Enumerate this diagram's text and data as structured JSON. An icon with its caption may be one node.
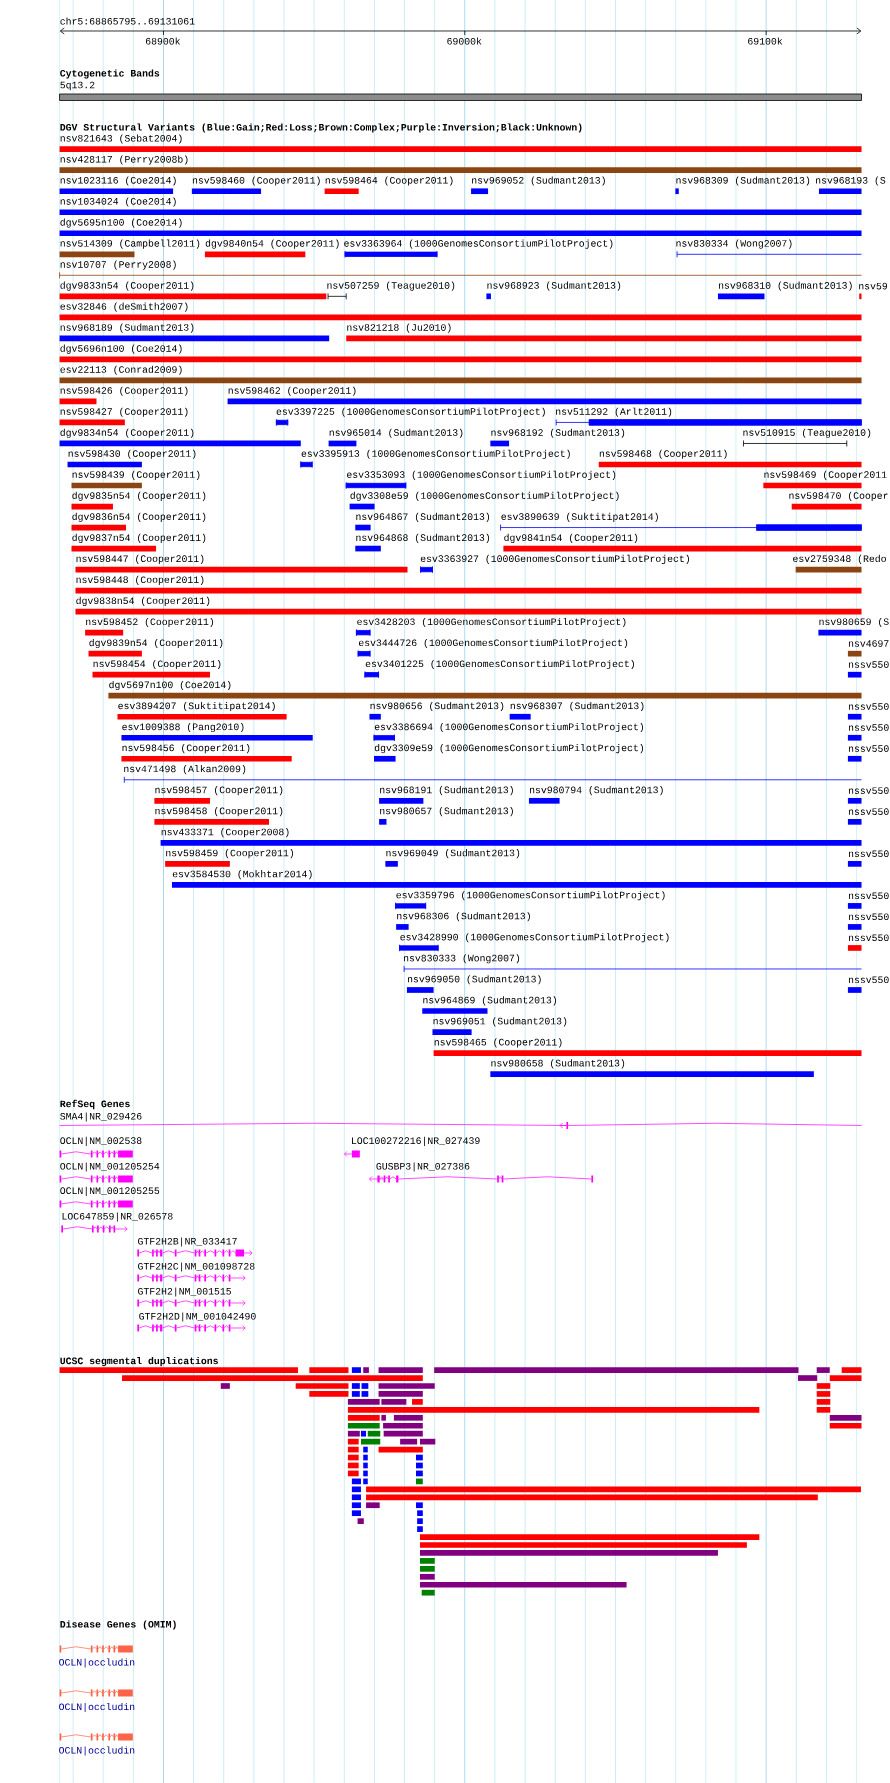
{
  "diagram": {
    "labels": [
      "chr5:68865795..69131061",
      "68900k",
      "69000k",
      "69100k",
      "Cytogenetic Bands",
      "5q13.2",
      "DGV Structural Variants (Blue:Gain;Red:Loss;Brown:Complex;Purple:Inversion;Black:Unknown)",
      "nsv821643 (Sebat2004)",
      "nsv428117 (Perry2008b)",
      "nsv1023116 (Coe2014)",
      "nsv598460 (Cooper2011)",
      "nsv598464 (Cooper2011)",
      "nsv969052 (Sudmant2013)",
      "nsv968309 (Sudmant2013)",
      "nsv968193 (S",
      "nsv1034024 (Coe2014)",
      "dgv5695n100 (Coe2014)",
      "nsv514309 (Campbell2011)",
      "dgv9840n54 (Cooper2011)",
      "esv3363964 (1000GenomesConsortiumPilotProject)",
      "nsv830334 (Wong2007)",
      "nsv10707 (Perry2008)",
      "dgv9833n54 (Cooper2011)",
      "nsv507259 (Teague2010)",
      "nsv968923 (Sudmant2013)",
      "nsv968310 (Sudmant2013)",
      "nsv59",
      "esv32846 (deSmith2007)",
      "nsv968189 (Sudmant2013)",
      "nsv821218 (Ju2010)",
      "dgv5696n100 (Coe2014)",
      "esv22113 (Conrad2009)",
      "nsv598426 (Cooper2011)",
      "nsv598462 (Cooper2011)",
      "nsv598427 (Cooper2011)",
      "esv3397225 (1000GenomesConsortiumPilotProject)",
      "nsv511292 (Arlt2011)",
      "dgv9834n54 (Cooper2011)",
      "nsv965014 (Sudmant2013)",
      "nsv968192 (Sudmant2013)",
      "nsv510915 (Teague2010)",
      "nsv598430 (Cooper2011)",
      "esv3395913 (1000GenomesConsortiumPilotProject)",
      "nsv598468 (Cooper2011)",
      "nsv598439 (Cooper2011)",
      "esv3353093 (1000GenomesConsortiumPilotProject)",
      "nsv598469 (Cooper2011",
      "dgv9835n54 (Cooper2011)",
      "dgv3308e59 (1000GenomesConsortiumPilotProject)",
      "nsv598470 (Cooper",
      "dgv9836n54 (Cooper2011)",
      "nsv964867 (Sudmant2013)",
      "esv3890639 (Suktitipat2014)",
      "dgv9837n54 (Cooper2011)",
      "nsv964868 (Sudmant2013)",
      "dgv9841n54 (Cooper2011)",
      "nsv598447 (Cooper2011)",
      "esv3363927 (1000GenomesConsortiumPilotProject)",
      "esv2759348 (Redo",
      "nsv598448 (Cooper2011)",
      "dgv9838n54 (Cooper2011)",
      "nsv598452 (Cooper2011)",
      "esv3428203 (1000GenomesConsortiumPilotProject)",
      "nsv980659 (S",
      "dgv9839n54 (Cooper2011)",
      "esv3444726 (1000GenomesConsortiumPilotProject)",
      "nsv4697",
      "nsv598454 (Cooper2011)",
      "esv3401225 (1000GenomesConsortiumPilotProject)",
      "nssv550",
      "dgv5697n100 (Coe2014)",
      "esv3894207 (Suktitipat2014)",
      "nsv980656 (Sudmant2013)",
      "nsv968307 (Sudmant2013)",
      "nssv550",
      "esv1009388 (Pang2010)",
      "esv3386694 (1000GenomesConsortiumPilotProject)",
      "nssv550",
      "nsv598456 (Cooper2011)",
      "dgv3309e59 (1000GenomesConsortiumPilotProject)",
      "nssv550",
      "nsv471498 (Alkan2009)",
      "nsv598457 (Cooper2011)",
      "nsv968191 (Sudmant2013)",
      "nsv980794 (Sudmant2013)",
      "nssv550",
      "nsv598458 (Cooper2011)",
      "nsv980657 (Sudmant2013)",
      "nssv550",
      "nsv433371 (Cooper2008)",
      "nsv598459 (Cooper2011)",
      "nsv969049 (Sudmant2013)",
      "nssv550",
      "esv3584530 (Mokhtar2014)",
      "esv3359796 (1000GenomesConsortiumPilotProject)",
      "nssv550",
      "nsv968306 (Sudmant2013)",
      "nssv550",
      "esv3428990 (1000GenomesConsortiumPilotProject)",
      "nssv550",
      "nsv830333 (Wong2007)",
      "nsv969050 (Sudmant2013)",
      "nssv550",
      "nsv964869 (Sudmant2013)",
      "nsv969051 (Sudmant2013)",
      "nsv598465 (Cooper2011)",
      "nsv980658 (Sudmant2013)",
      "RefSeq Genes",
      "SMA4|NR_029426",
      "OCLN|NM_002538",
      "LOC100272216|NR_027439",
      "OCLN|NM_001205254",
      "GUSBP3|NR_027386",
      "OCLN|NM_001205255",
      "LOC647859|NR_026578",
      "GTF2H2B|NR_033417",
      "GTF2H2C|NM_001098728",
      "GTF2H2|NM_001515",
      "GTF2H2D|NM_001042490",
      "UCSC segmental duplications",
      "Disease Genes (OMIM)",
      "OCLN|occludin",
      "OCLN|occludin",
      "OCLN|occludin"
    ]
  }
}
